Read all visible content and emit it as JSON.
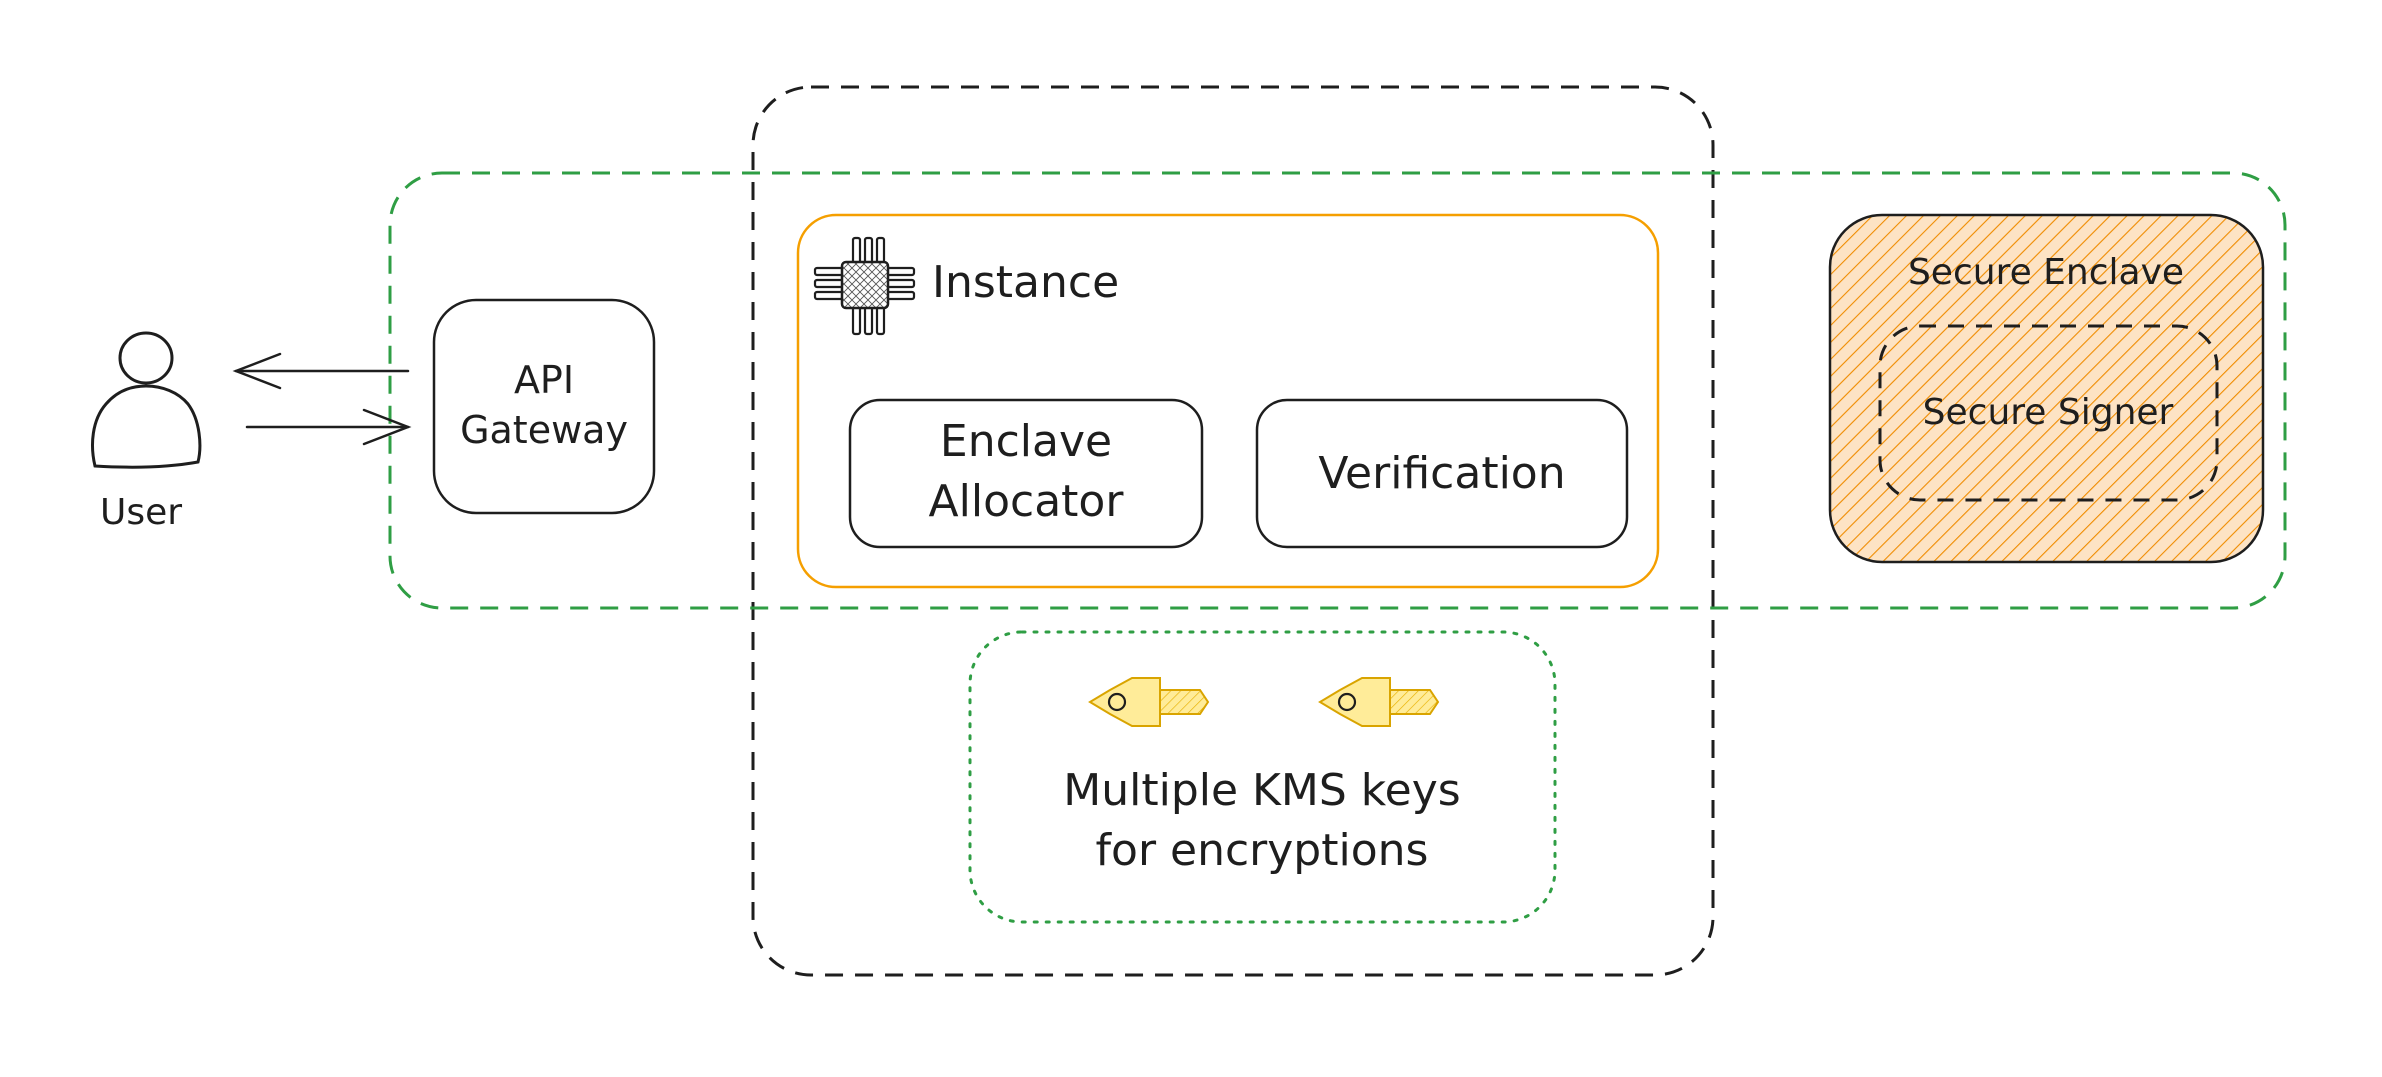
{
  "user": {
    "label": "User"
  },
  "api_gateway": {
    "line1": "API",
    "line2": "Gateway"
  },
  "instance": {
    "title": "Instance",
    "enclave_allocator": {
      "line1": "Enclave",
      "line2": "Allocator"
    },
    "verification": {
      "label": "Verification"
    }
  },
  "secure_enclave": {
    "title": "Secure Enclave",
    "secure_signer": {
      "label": "Secure Signer"
    }
  },
  "kms": {
    "line1": "Multiple KMS keys",
    "line2": "for encryptions"
  },
  "colors": {
    "stroke": "#1e1e1e",
    "green_boundary": "#2f9e44",
    "orange_boundary": "#f59f00",
    "enclave_hatch": "#f08c00",
    "key_fill": "#ffec99",
    "key_stroke": "#e8b100"
  }
}
